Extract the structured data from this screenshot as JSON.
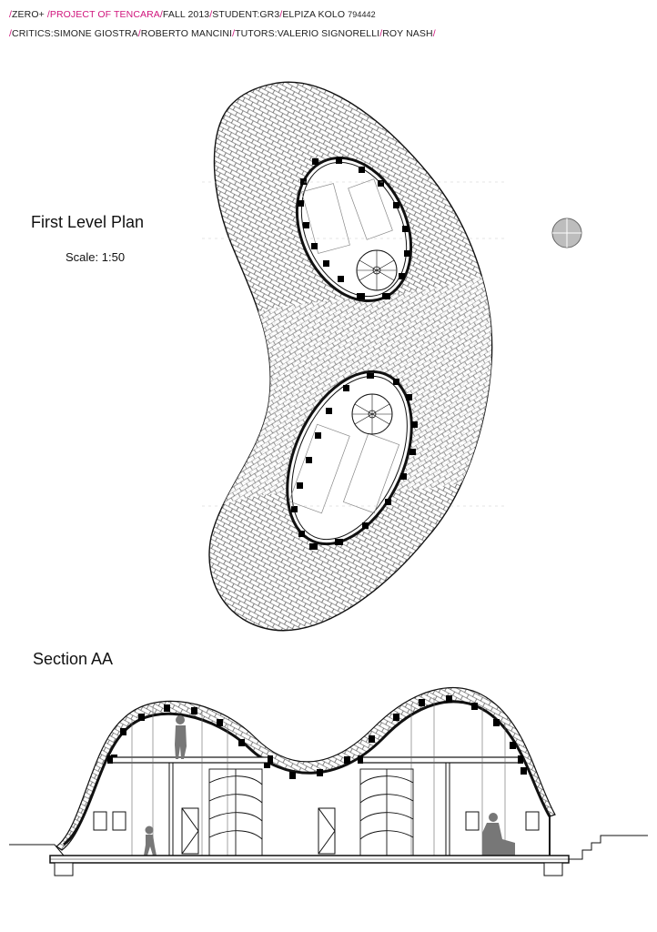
{
  "header": {
    "line1": [
      {
        "text": "/",
        "color": "pink"
      },
      {
        "text": "ZERO+ ",
        "color": "black"
      },
      {
        "text": "/PROJECT OF TENCARA/",
        "color": "pink"
      },
      {
        "text": "FALL 2013",
        "color": "black"
      },
      {
        "text": "/",
        "color": "pink"
      },
      {
        "text": "STUDENT:GR3",
        "color": "black"
      },
      {
        "text": "/",
        "color": "pink"
      },
      {
        "text": "ELPIZA KOLO ",
        "color": "black"
      },
      {
        "text": "794442",
        "color": "black-small"
      }
    ],
    "line2": [
      {
        "text": "/",
        "color": "pink"
      },
      {
        "text": "CRITICS:SIMONE GIOSTRA",
        "color": "black"
      },
      {
        "text": "/",
        "color": "pink"
      },
      {
        "text": "ROBERTO MANCINI",
        "color": "black"
      },
      {
        "text": "/",
        "color": "pink"
      },
      {
        "text": "TUTORS:VALERIO SIGNORELLI",
        "color": "black"
      },
      {
        "text": "/",
        "color": "pink"
      },
      {
        "text": "ROY NASH",
        "color": "black"
      },
      {
        "text": "/",
        "color": "pink"
      }
    ]
  },
  "plan": {
    "title": "First Level Plan",
    "scale": "Scale: 1:50"
  },
  "section": {
    "title": "Section AA"
  },
  "colors": {
    "accent": "#d0147c",
    "ink": "#111111",
    "compass_fill": "#bdbdbd"
  },
  "icons": [
    "north-arrow-icon"
  ]
}
